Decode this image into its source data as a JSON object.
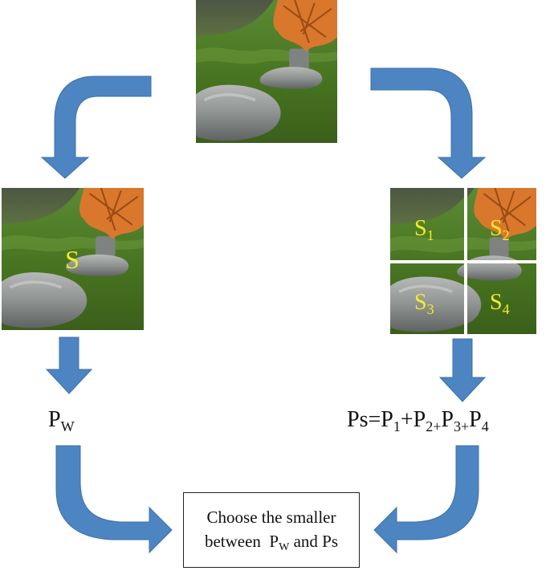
{
  "colors": {
    "arrow": "#4d85c2",
    "arrow_edge": "#3d70a8",
    "label": "#f4ec26",
    "grass": "#4e7a2a",
    "rock": "#8e9290",
    "leaf": "#d9782c"
  },
  "diagram": {
    "nodes": [
      {
        "id": "source-image",
        "type": "image"
      },
      {
        "id": "whole-block",
        "type": "image",
        "label": "S"
      },
      {
        "id": "split-blocks",
        "type": "image-grid",
        "labels": [
          {
            "main": "S",
            "sub": "1"
          },
          {
            "main": "S",
            "sub": "2"
          },
          {
            "main": "S",
            "sub": "3"
          },
          {
            "main": "S",
            "sub": "4"
          }
        ]
      },
      {
        "id": "pw",
        "type": "formula"
      },
      {
        "id": "ps",
        "type": "formula"
      },
      {
        "id": "decision",
        "type": "box"
      }
    ],
    "edges": [
      {
        "from": "source-image",
        "to": "whole-block"
      },
      {
        "from": "source-image",
        "to": "split-blocks"
      },
      {
        "from": "whole-block",
        "to": "pw"
      },
      {
        "from": "split-blocks",
        "to": "ps"
      },
      {
        "from": "pw",
        "to": "decision"
      },
      {
        "from": "ps",
        "to": "decision"
      }
    ]
  },
  "formulas": {
    "pw": {
      "main": "P",
      "sub": "W"
    },
    "ps": {
      "lhs": "Ps",
      "eq": "=",
      "p": "P",
      "sub1": "1",
      "sub2": "2+",
      "sub3": "3+",
      "sub4": "4",
      "plus": "+"
    }
  },
  "box": {
    "line1": "Choose the smaller",
    "line2_prefix": "between  P",
    "line2_sub": "W",
    "line2_mid": " and ",
    "line2_end": "Ps"
  }
}
